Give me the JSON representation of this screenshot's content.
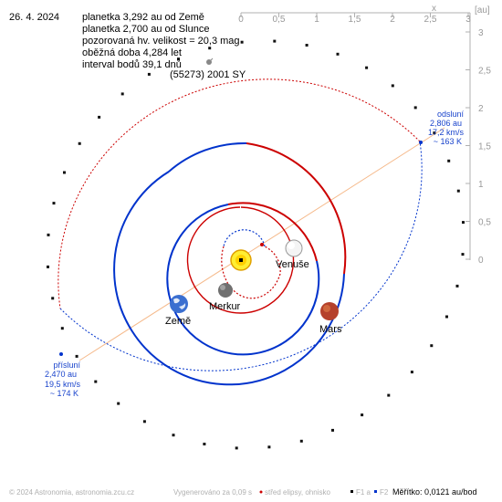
{
  "date": "26. 4. 2024",
  "info": [
    "planetka 3,292 au od Země",
    "planetka 2,700 au od Slunce",
    "pozorovaná hv. velikost = 20,3 mag",
    "oběžná doba 4,284 let",
    "interval bodů 39,1 dnů"
  ],
  "object_name": "(55273) 2001 SY",
  "axes": {
    "x_label": "x",
    "unit_label": "[au]",
    "x_ticks": [
      "0",
      "0,5",
      "1",
      "1,5",
      "2",
      "2,5",
      "3"
    ],
    "y_ticks": [
      "3",
      "2,5",
      "2",
      "1,5",
      "1",
      "0,5",
      "0"
    ]
  },
  "aphelion": {
    "title": "odsluní",
    "dist": "2,806 au",
    "speed": "17,2 km/s",
    "temp": "~ 163 K"
  },
  "perihelion": {
    "title": "přísluní",
    "dist": "2,470 au",
    "speed": "19,5 km/s",
    "temp": "~ 174 K"
  },
  "planets": {
    "venus": "Venuše",
    "mercury": "Merkur",
    "earth": "Země",
    "mars": "Mars"
  },
  "footer": {
    "copyright": "© 2024 Astronomia, astronomia.zcu.cz",
    "generated": "Vygenerováno za 0,09 s",
    "legend_center": "střed elipsy, ohnisko",
    "legend_f1": "F1 a",
    "legend_f2": "F2",
    "scale": "Měřítko: 0,0121 au/bod"
  },
  "colors": {
    "above_ecliptic": "#cc0000",
    "below_ecliptic": "#0033cc",
    "apsis_line": "#f5b98a",
    "axis": "#b0b0b0",
    "label_blue": "#1a44cc",
    "footer_text": "#a0a0a0"
  }
}
